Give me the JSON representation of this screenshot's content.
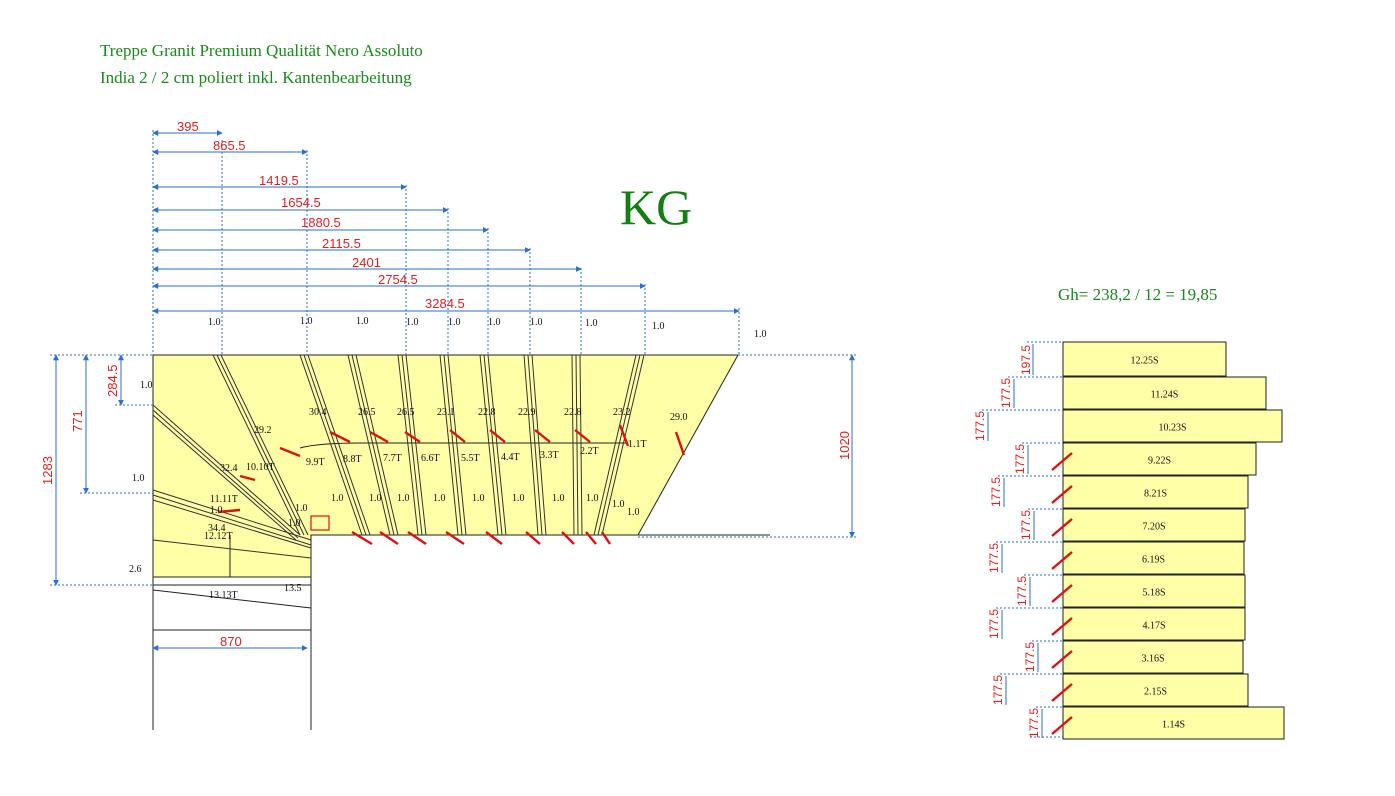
{
  "header": {
    "line1": "Treppe Granit Premium Qualität Nero Assoluto",
    "line2": "India 2 / 2 cm poliert inkl. Kantenbearbeitung"
  },
  "floor_label": "KG",
  "formula": "Gh= 238,2 / 12 = 19,85",
  "colors": {
    "fill": "#ffffa8",
    "dimension": "#2a6fd6",
    "dim_text": "#e02020",
    "title": "#1a8a1a",
    "line": "#222222",
    "marker": "#e01010"
  },
  "top_dimensions": [
    "395",
    "865.5",
    "1419.5",
    "1654.5",
    "1880.5",
    "2115.5",
    "2401",
    "2754.5",
    "3284.5"
  ],
  "top_unit_labels": [
    "1.0",
    "1.0",
    "1.0",
    "1.0",
    "1.0",
    "1.0",
    "1.0",
    "1.0",
    "1.0",
    "1.0",
    "1.0"
  ],
  "left_dimensions": [
    "1283",
    "771",
    "284.5"
  ],
  "right_dimension": "1020",
  "bottom_dimension": "870",
  "plan_labels": {
    "tread_tags": [
      "9.9T",
      "8.8T",
      "7.7T",
      "6.6T",
      "5.5T",
      "4.4T",
      "3.3T",
      "2.2T",
      "1.1T",
      "10.10T",
      "11.11T",
      "12.12T",
      "13.13T"
    ],
    "angle_values": [
      "30.4",
      "26.5",
      "26.5",
      "23.1",
      "22.8",
      "22.9",
      "22.8",
      "23.2",
      "29.0",
      "29.2",
      "32.4",
      "34.4",
      "13.5"
    ],
    "edge_values": [
      "1.0",
      "1.0",
      "1.0",
      "1.0",
      "1.0",
      "1.0",
      "1.0",
      "1.0",
      "1.0",
      "1.0",
      "1.0",
      "1.0",
      "1.0",
      "1.0",
      "1.0",
      "2.6"
    ]
  },
  "riser_dims": [
    "197.5",
    "177.5",
    "177.5",
    "177.5",
    "177.5",
    "177.5",
    "177.5",
    "177.5",
    "177.5",
    "177.5",
    "177.5",
    "177.5"
  ],
  "steps": [
    "12.25S",
    "11.24S",
    "10.23S",
    "9.22S",
    "8.21S",
    "7.20S",
    "6.19S",
    "5.18S",
    "4.17S",
    "3.16S",
    "2.15S",
    "1.14S"
  ]
}
